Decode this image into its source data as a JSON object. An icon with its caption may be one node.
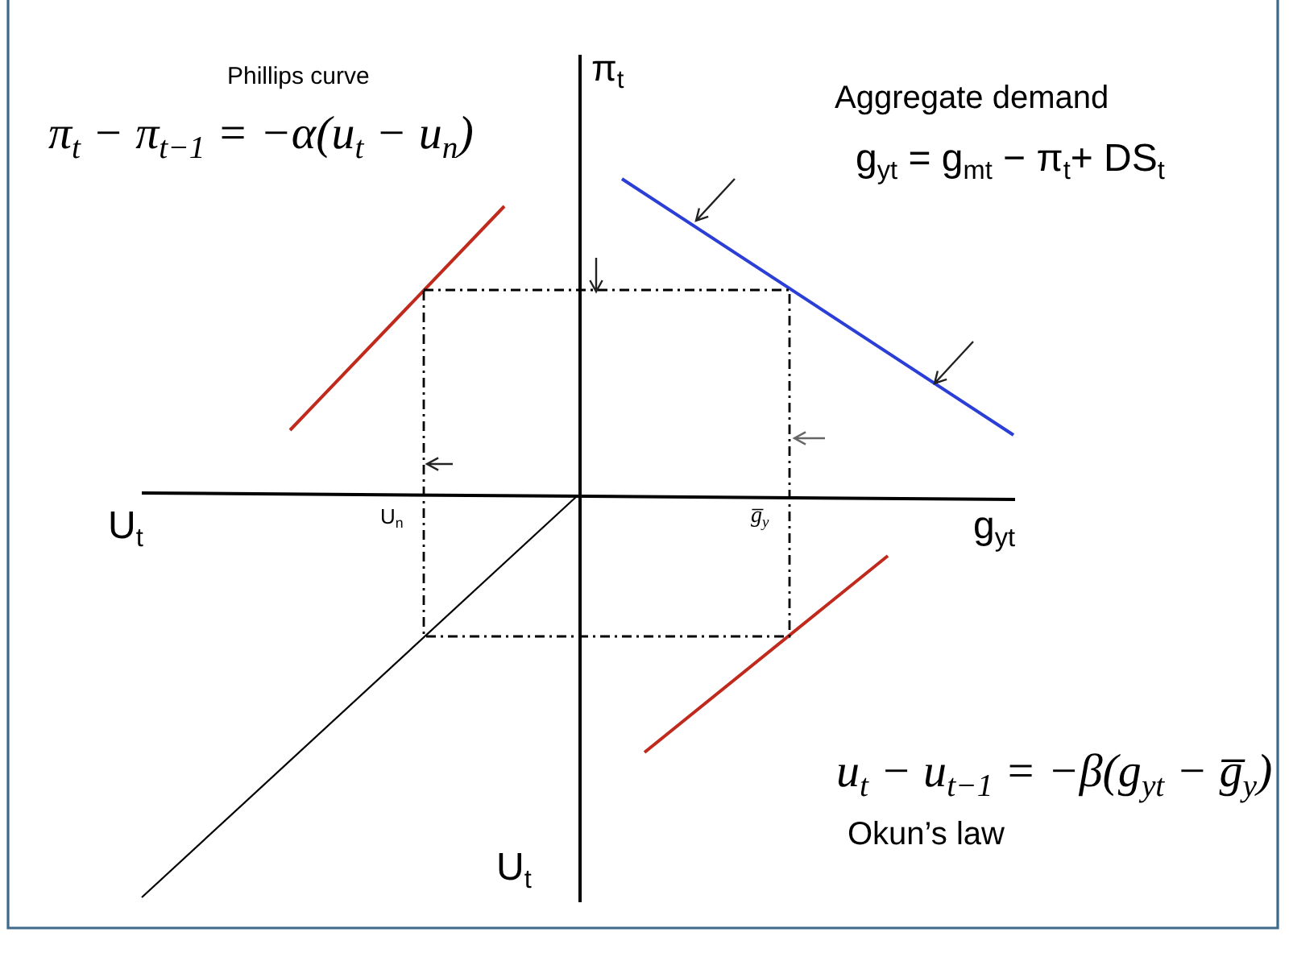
{
  "diagram": {
    "labels": [
      "Phillips curve",
      "π$_{t}$ − π$_{t−1}$ = −α(u$_{t}$ − u$_{n}$)",
      "π$_{t}$",
      "Aggregate demand",
      "g$_{yt}$ = g$_{mt}$ − π$_{t}$+ DS$_{t}$",
      "U$_{t}$",
      "U$_{n}$",
      "g̅$_{y}$",
      "g$_{yt}$",
      "u$_{t}$ − u$_{t−1}$ = −β(g$_{yt}$ − g̅$_{y}$)",
      "Okun’s law",
      "U$_{t}$"
    ]
  }
}
